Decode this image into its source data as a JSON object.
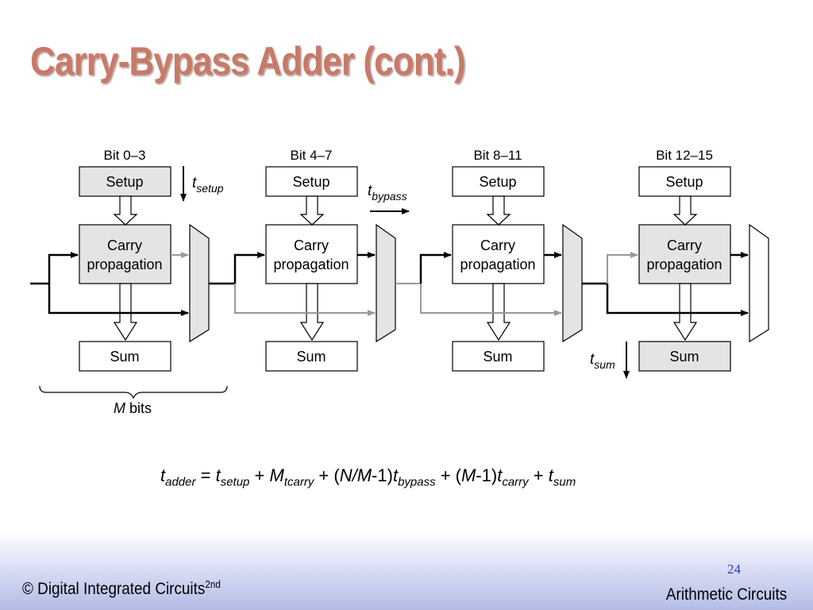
{
  "slide": {
    "title": "Carry-Bypass Adder (cont.)",
    "page_number": "24",
    "footer_left": "© Digital Integrated Circuits",
    "footer_left_sup": "2nd",
    "footer_right": "Arithmetic Circuits"
  },
  "diagram": {
    "stages": [
      {
        "bit_label": "Bit 0–3",
        "setup": "Setup",
        "carry_line1": "Carry",
        "carry_line2": "propagation",
        "sum": "Sum"
      },
      {
        "bit_label": "Bit 4–7",
        "setup": "Setup",
        "carry_line1": "Carry",
        "carry_line2": "propagation",
        "sum": "Sum"
      },
      {
        "bit_label": "Bit 8–11",
        "setup": "Setup",
        "carry_line1": "Carry",
        "carry_line2": "propagation",
        "sum": "Sum"
      },
      {
        "bit_label": "Bit 12–15",
        "setup": "Setup",
        "carry_line1": "Carry",
        "carry_line2": "propagation",
        "sum": "Sum"
      }
    ],
    "t_setup_main": "t",
    "t_setup_sub": "setup",
    "t_bypass_main": "t",
    "t_bypass_sub": "bypass",
    "t_sum_main": "t",
    "t_sum_sub": "sum",
    "m_bits_var": "M",
    "m_bits_text": " bits"
  },
  "formula": {
    "t_adder": "t",
    "adder": "adder",
    "eq": " = ",
    "t_setup": "t",
    "setup": "setup",
    "plus1": " + ",
    "M": "M",
    "tcarry": "tcarry",
    "plus2": " + (",
    "NM": "N/M",
    "minus1": "-1)",
    "t_bypass": "t",
    "bypass": "bypass",
    "plus3": " + (",
    "M2": "M",
    "minus2": "-1)",
    "t_carry": "t",
    "carry": "carry",
    "plus4": " + ",
    "t_sum": "t",
    "sum": "sum"
  }
}
